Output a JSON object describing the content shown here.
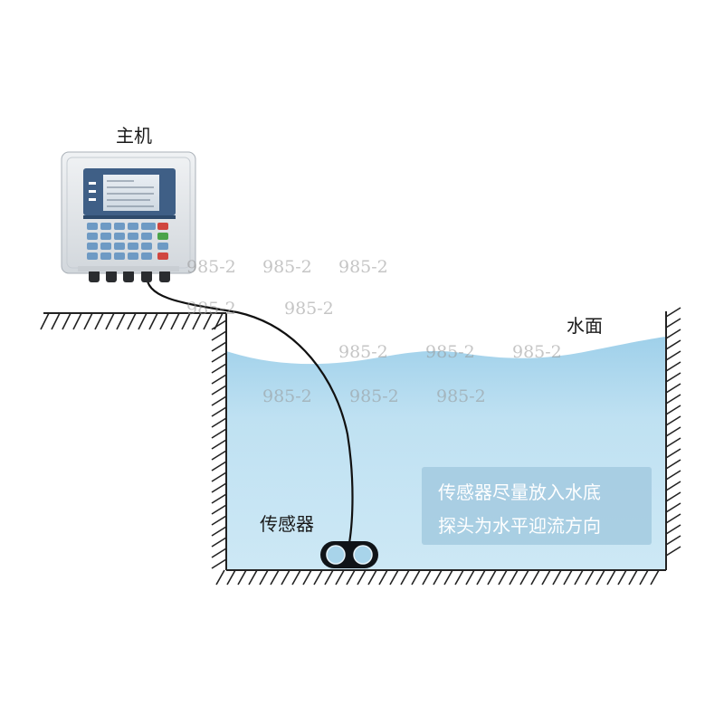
{
  "labels": {
    "host": "主机",
    "water_surface": "水面",
    "sensor": "传感器"
  },
  "note": {
    "line1": "传感器尽量放入水底",
    "line2": "探头为水平迎流方向"
  },
  "watermark": "985-2",
  "colors": {
    "water": "#b5dcef",
    "water_top": "#9fd0ea",
    "note_box": "#a0c8de",
    "wall_hatch": "#222222",
    "cable": "#111111",
    "device_body": "#e4e7ea",
    "device_screen": "#dfe7ee",
    "keypad_blue": "#6e9ac4",
    "keypad_red": "#d0463f",
    "keypad_green": "#4ba34a"
  },
  "icons": {
    "host_device": "ultrasonic-flowmeter-host",
    "sensor_probe": "ultrasonic-sensor-probe"
  }
}
